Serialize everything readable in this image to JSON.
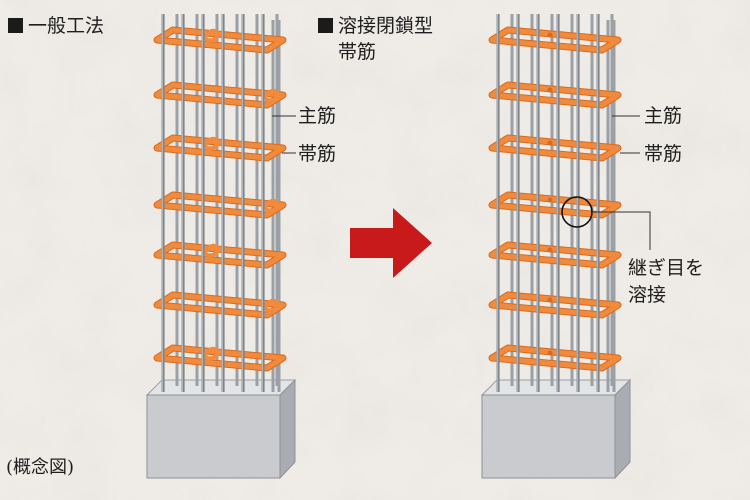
{
  "left_panel": {
    "heading": "一般工法",
    "label_main_rebar": "主筋",
    "label_hoop": "帯筋"
  },
  "right_panel": {
    "heading_line1": "溶接閉鎖型",
    "heading_line2": "帯筋",
    "label_main_rebar": "主筋",
    "label_hoop": "帯筋",
    "callout_line1": "継ぎ目を",
    "callout_line2": "溶接"
  },
  "footnote": "(概念図)",
  "colors": {
    "hoop": "#f08a3c",
    "hoop_dark": "#d96a1e",
    "rebar": "#7f858c",
    "arrow": "#c81a1a",
    "base": "#c9cbce"
  }
}
